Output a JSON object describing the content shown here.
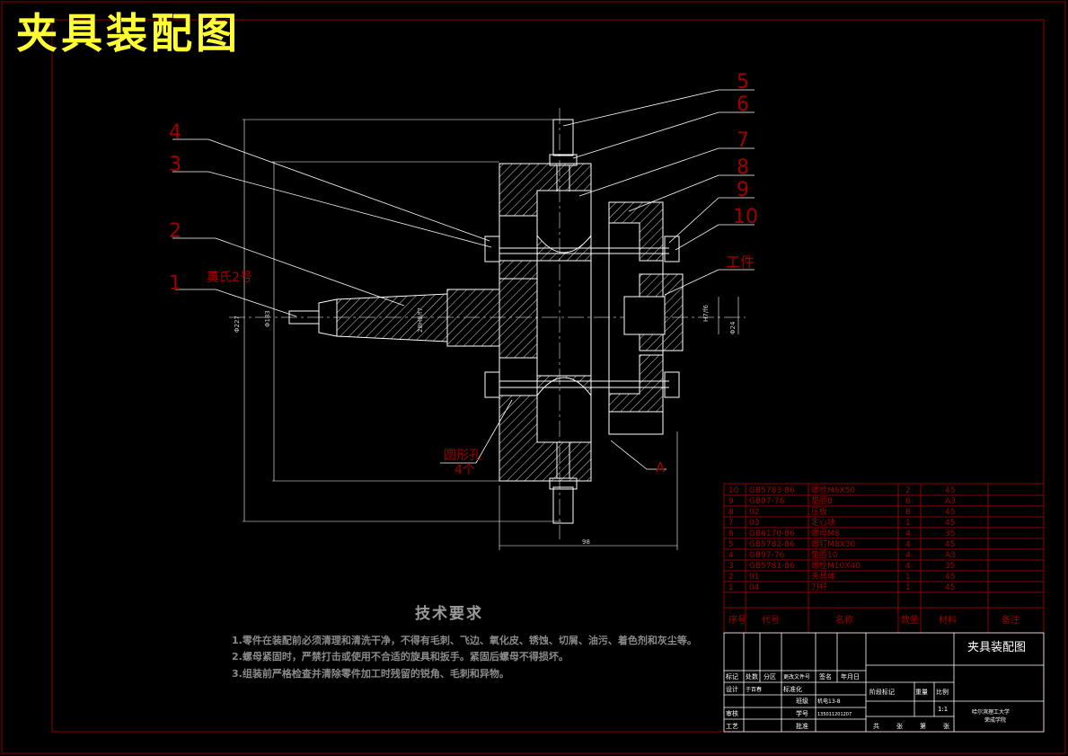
{
  "drawing": {
    "title": "夹具装配图",
    "callouts": [
      "1",
      "2",
      "3",
      "4",
      "5",
      "6",
      "7",
      "8",
      "9",
      "10"
    ],
    "labels": {
      "morse": "莫氏2号",
      "workpiece": "工件",
      "round_hole": "圆形孔",
      "round_hole_count": "4个",
      "section_mark": "A"
    },
    "dimensions": {
      "d1": "Φ227",
      "d2": "Φ183",
      "d3": "28H8/f7",
      "d4": "H7/f6",
      "d5": "Φ24",
      "width": "98"
    }
  },
  "tech": {
    "title": "技术要求",
    "lines": [
      "1.零件在装配前必须清理和清洗干净，不得有毛刺、飞边、氧化皮、锈蚀、切屑、油污、着色剂和灰尘等。",
      "2.螺母紧固时，严禁打击或使用不合适的旋具和扳手。紧固后螺母不得损坏。",
      "3.组装前严格检查并清除零件加工时残留的锐角、毛刺和异物。"
    ]
  },
  "bom": {
    "rows": [
      {
        "no": "10",
        "code": "GB5783-86",
        "name": "螺栓M6X50",
        "qty": "2",
        "mat": "45",
        "note": ""
      },
      {
        "no": "9",
        "code": "GB97-76",
        "name": "垫圈8",
        "qty": "8",
        "mat": "A3",
        "note": ""
      },
      {
        "no": "8",
        "code": "02",
        "name": "压板",
        "qty": "8",
        "mat": "45",
        "note": ""
      },
      {
        "no": "7",
        "code": "03",
        "name": "定心块",
        "qty": "1",
        "mat": "45",
        "note": ""
      },
      {
        "no": "6",
        "code": "GB6170-86",
        "name": "螺母M8",
        "qty": "4",
        "mat": "35",
        "note": ""
      },
      {
        "no": "5",
        "code": "GB5782-86",
        "name": "螺钉M8X30",
        "qty": "4",
        "mat": "45",
        "note": ""
      },
      {
        "no": "4",
        "code": "GB97-76",
        "name": "垫圈10",
        "qty": "4",
        "mat": "A3",
        "note": ""
      },
      {
        "no": "3",
        "code": "GB5781-86",
        "name": "螺栓M10X40",
        "qty": "4",
        "mat": "35",
        "note": ""
      },
      {
        "no": "2",
        "code": "01",
        "name": "夹具体",
        "qty": "1",
        "mat": "45",
        "note": ""
      },
      {
        "no": "1",
        "code": "04",
        "name": "刀杆",
        "qty": "1",
        "mat": "45",
        "note": ""
      }
    ],
    "header": {
      "no": "序号",
      "code": "代号",
      "name": "名称",
      "qty": "数量",
      "mat": "材料",
      "note": "备注"
    }
  },
  "titleblock": {
    "name": "夹具装配图",
    "rev_headers": [
      "标记",
      "处数",
      "分区",
      "更改文件号",
      "签名",
      "年月日"
    ],
    "design": "设计",
    "designer": "于百春",
    "standard": "标准化",
    "check": "审核",
    "process": "工艺",
    "approve": "批准",
    "class_label": "班级",
    "class_value": "机电13-8",
    "id_label": "学号",
    "id_value": "135011201207",
    "stage": "阶段标记",
    "weight": "重量",
    "scale": "比例",
    "scale_value": "1:1",
    "sheets": [
      "共",
      "张",
      "第",
      "张"
    ],
    "school": "哈尔滨理工大学",
    "dept": "荣成学院"
  },
  "colors": {
    "line": "#ffffff",
    "leader": "#ffffff",
    "label": "#a00000",
    "title": "#ffff33",
    "frame": "#8b0000",
    "bom_line": "#8b0000",
    "bom_text": "#a00000"
  }
}
